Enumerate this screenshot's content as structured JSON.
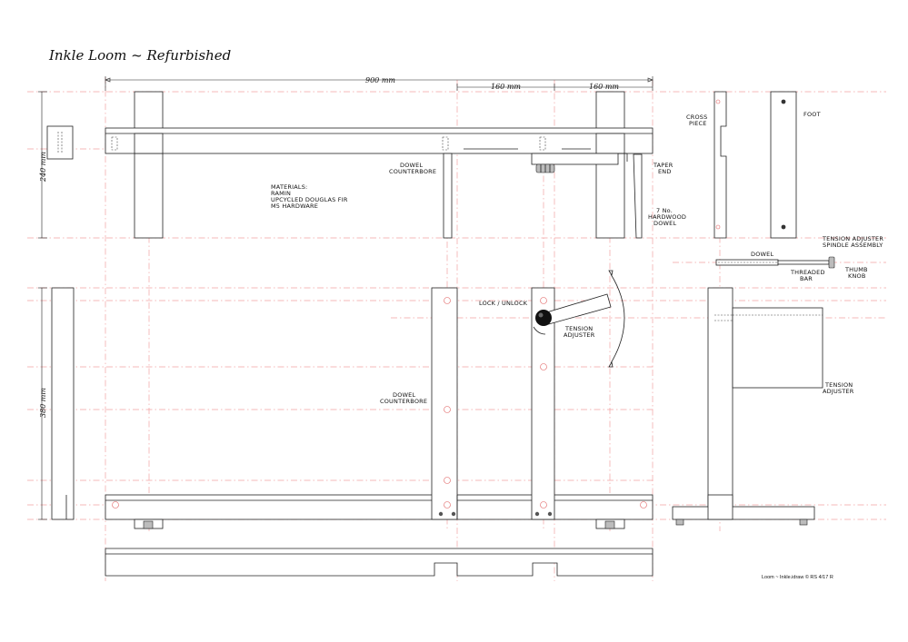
{
  "title": "Inkle Loom ~ Refurbished",
  "dimensions": {
    "overall_length": "900 mm",
    "span_left": "160 mm",
    "span_right": "160 mm",
    "height": "240 mm",
    "width": "380 mm"
  },
  "labels": {
    "dowel_counterbore_top": [
      "DOWEL",
      "COUNTERBORE"
    ],
    "dowel_counterbore_plan": [
      "DOWEL",
      "COUNTERBORE"
    ],
    "materials": [
      "MATERIALS:",
      "RAMIN",
      "UPCYCLED DOUGLAS FIR",
      "M5 HARDWARE"
    ],
    "cross_piece": [
      "CROSS",
      "PIECE"
    ],
    "foot": "FOOT",
    "taper_end": [
      "TAPER",
      "END"
    ],
    "hardwood_dowel": [
      "7 No.",
      "HARDWOOD",
      "DOWEL"
    ],
    "spindle_assembly": [
      "TENSION ADJUSTER",
      "SPINDLE ASSEMBLY"
    ],
    "dowel": "DOWEL",
    "threaded_bar": [
      "THREADED",
      "BAR"
    ],
    "thumb_knob": [
      "THUMB",
      "KNOB"
    ],
    "lock_unlock": "LOCK / UNLOCK",
    "tension_adjuster_plan": [
      "TENSION",
      "ADJUSTER"
    ],
    "tension_adjuster_side": [
      "TENSION",
      "ADJUSTER"
    ]
  },
  "footer": "Loom ~ Inkle.idraw © RS 4/17 R",
  "colors": {
    "centerline": "#f2a1a1",
    "outline": "#222222",
    "hole": "#e06060"
  }
}
